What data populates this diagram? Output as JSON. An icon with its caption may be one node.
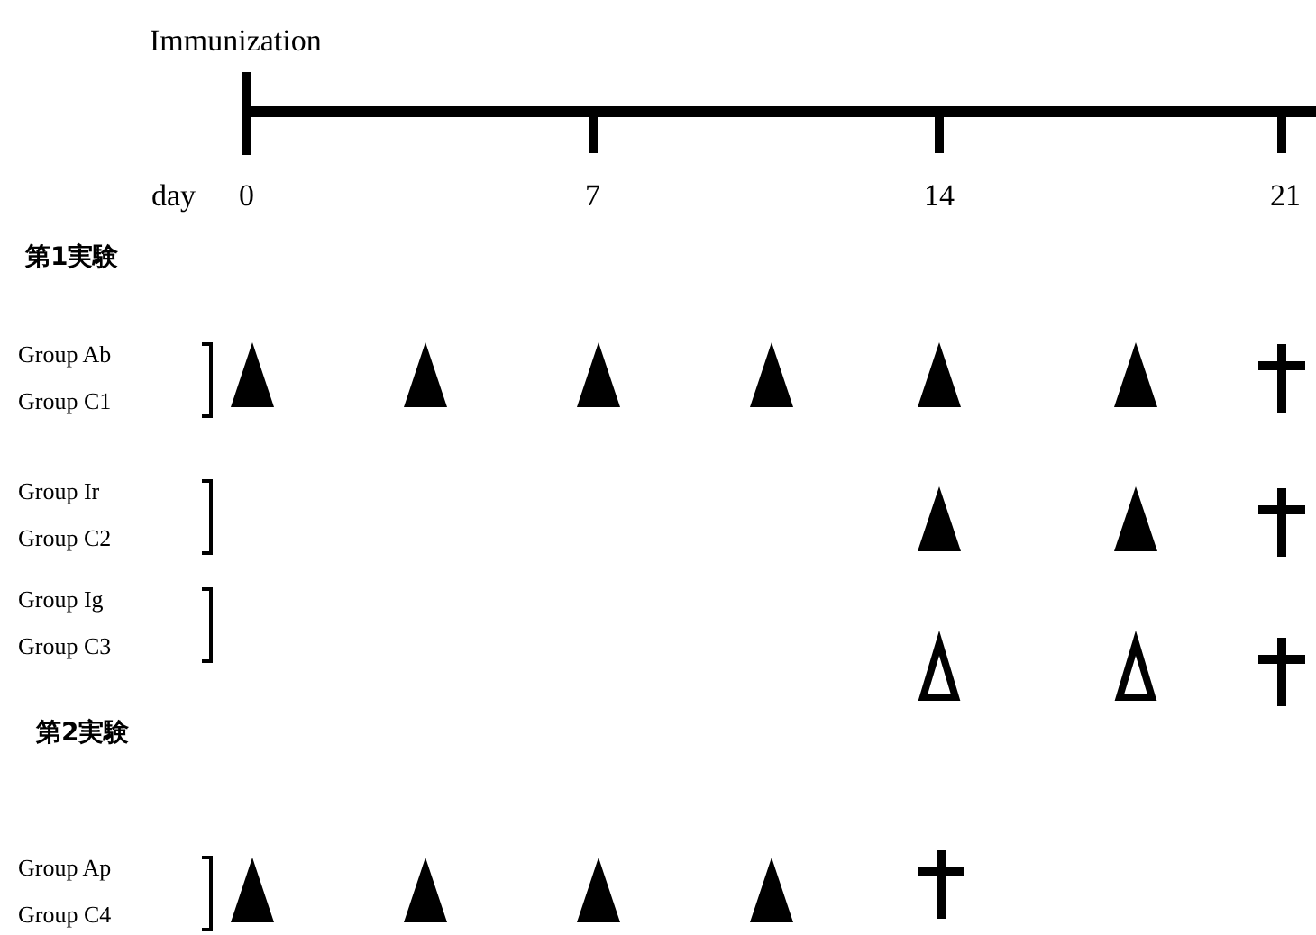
{
  "diagram": {
    "labels": [
      "Immunization",
      "day",
      "0",
      "7",
      "14",
      "21",
      "第1実験",
      "Group Ab",
      "Group C1",
      "Group Ir",
      "Group C2",
      "Group Ig",
      "Group C3",
      "第2実験",
      "Group Ap",
      "Group C4"
    ]
  }
}
